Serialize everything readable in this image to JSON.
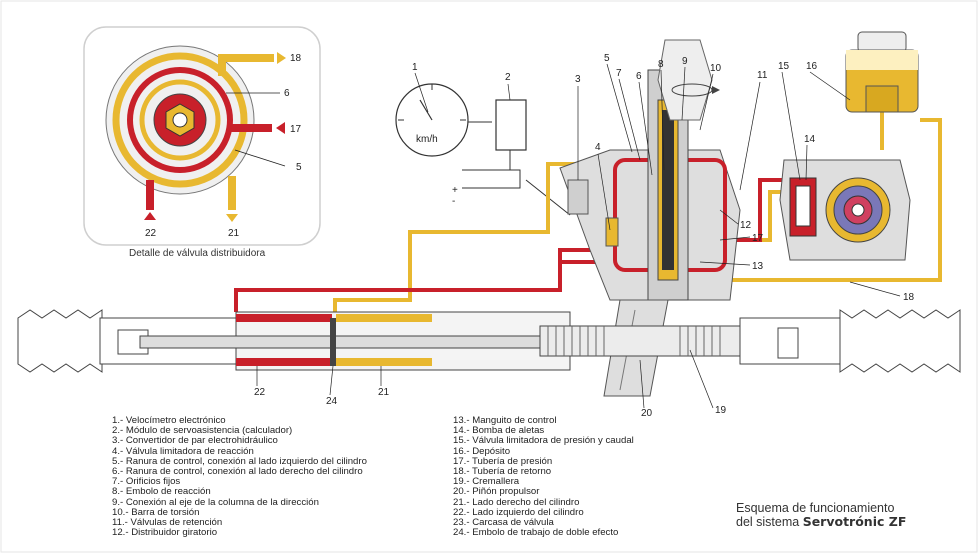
{
  "detail": {
    "caption": "Detalle de válvula distribuidora",
    "labels": {
      "n18": "18",
      "n6": "6",
      "n17": "17",
      "n5": "5",
      "n22": "22",
      "n21": "21"
    }
  },
  "callouts": [
    "1",
    "2",
    "3",
    "4",
    "5",
    "6",
    "7",
    "8",
    "9",
    "10",
    "11",
    "12",
    "13",
    "14",
    "15",
    "16",
    "17",
    "18",
    "19",
    "20",
    "21",
    "22",
    "24"
  ],
  "speedometer_unit": "km/h",
  "terminals": {
    "plus": "+",
    "minus": "-"
  },
  "legend_left": [
    "1.- Velocímetro electrónico",
    "2.- Módulo de servoasistencia (calculador)",
    "3.- Convertidor de par electrohidráulico",
    "4.- Válvula limitadora de reacción",
    "5.- Ranura de control, conexión al lado izquierdo del cilindro",
    "6.- Ranura de control, conexión al lado derecho del cilindro",
    "7.- Orificios fijos",
    "8.- Embolo de reacción",
    "9.- Conexión al eje de la columna de la dirección",
    "10.- Barra de torsión",
    "11.- Válvulas de retención",
    "12.- Distribuidor giratorio"
  ],
  "legend_right": [
    "13.- Manguito de control",
    "14.- Bomba de aletas",
    "15.- Válvula limitadora de presión y caudal",
    "16.- Depósito",
    "17.- Tubería de presión",
    "18.- Tubería de retorno",
    "19.- Cremallera",
    "20.- Piñón propulsor",
    "21.- Lado derecho del cilindro",
    "22.- Lado izquierdo del cilindro",
    "23.- Carcasa de válvula",
    "24.- Embolo de trabajo de doble efecto"
  ],
  "caption": {
    "line1": "Esquema de funcionamiento",
    "line2_prefix": "del sistema ",
    "line2_bold": "Servotrónic ZF"
  },
  "colors": {
    "pressure": "#c8202a",
    "return": "#e8b830",
    "housing": "#dedede",
    "outline": "#555555"
  }
}
